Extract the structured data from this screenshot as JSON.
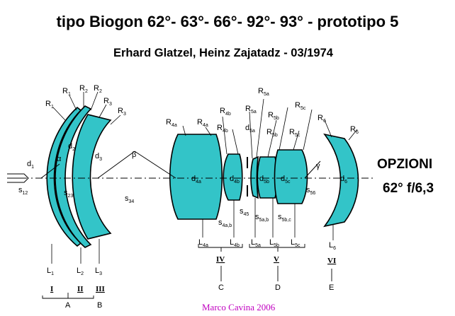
{
  "title": "tipo Biogon 62°- 63°- 66°- 92°- 93° - prototipo 5",
  "subtitle": "Erhard Glatzel, Heinz Zajatadz - 03/1974",
  "options": {
    "heading": "OPZIONI",
    "value": "62° f/6,3"
  },
  "credit": "Marco Cavina 2006",
  "colors": {
    "lens_fill": "#33c4c8",
    "credit": "#c000c0"
  },
  "labels": {
    "R1": "R",
    "R1s": "1",
    "R1p": "R",
    "R1ps": "1",
    "R2": "R",
    "R2s": "2",
    "R2p": "R",
    "R2ps": "2",
    "R3": "R",
    "R3s": "3",
    "R3p": "R",
    "R3ps": "3",
    "R4a": "R",
    "R4as": "4a",
    "R4ap": "R",
    "R4aps": "4a",
    "R4b": "R",
    "R4bs": "4b",
    "R4bp": "R",
    "R4bps": "4b",
    "R5a": "R",
    "R5as": "5a",
    "R5ap": "R",
    "R5aps": "5a",
    "R5b": "R",
    "R5bs": "5b",
    "R5bp": "R",
    "R5bps": "5b",
    "R5c": "R",
    "R5cs": "5c",
    "R5cp": "R",
    "R5cps": "5c",
    "R6": "R",
    "R6s": "6",
    "R6p": "R",
    "R6ps": "6",
    "d1": "d",
    "d1s": "1",
    "d2": "d",
    "d2s": "2",
    "d3": "d",
    "d3s": "3",
    "d4a": "d",
    "d4as": "4a",
    "d4b": "d",
    "d4bs": "4b",
    "d5a": "d",
    "d5as": "5a",
    "d5b": "d",
    "d5bs": "5b",
    "d5c": "d",
    "d5cs": "5c",
    "d6": "d",
    "d6s": "6",
    "s12": "s",
    "s12s": "12",
    "s23": "s",
    "s23s": "23",
    "s34": "s",
    "s34s": "34",
    "s45": "s",
    "s45s": "45",
    "s4ab": "s",
    "s4abs": "4a,b",
    "s5ab": "s",
    "s5abs": "5a,b",
    "s5bc": "s",
    "s5bcs": "5b,c",
    "s56": "s",
    "s56s": "56",
    "L1": "L",
    "L1s": "1",
    "L2": "L",
    "L2s": "2",
    "L3": "L",
    "L3s": "3",
    "L4a": "L",
    "L4as": "4a",
    "L4b": "L",
    "L4bs": "4b",
    "L5a": "L",
    "L5as": "5a",
    "L5b": "L",
    "L5bs": "5b",
    "L5c": "L",
    "L5cs": "5c",
    "L6": "L",
    "L6s": "6",
    "alpha": "α",
    "beta": "β",
    "gamma": "γ"
  },
  "roman": [
    "I",
    "II",
    "III",
    "IV",
    "V",
    "VI"
  ],
  "groups": [
    "A",
    "B",
    "C",
    "D",
    "E"
  ]
}
